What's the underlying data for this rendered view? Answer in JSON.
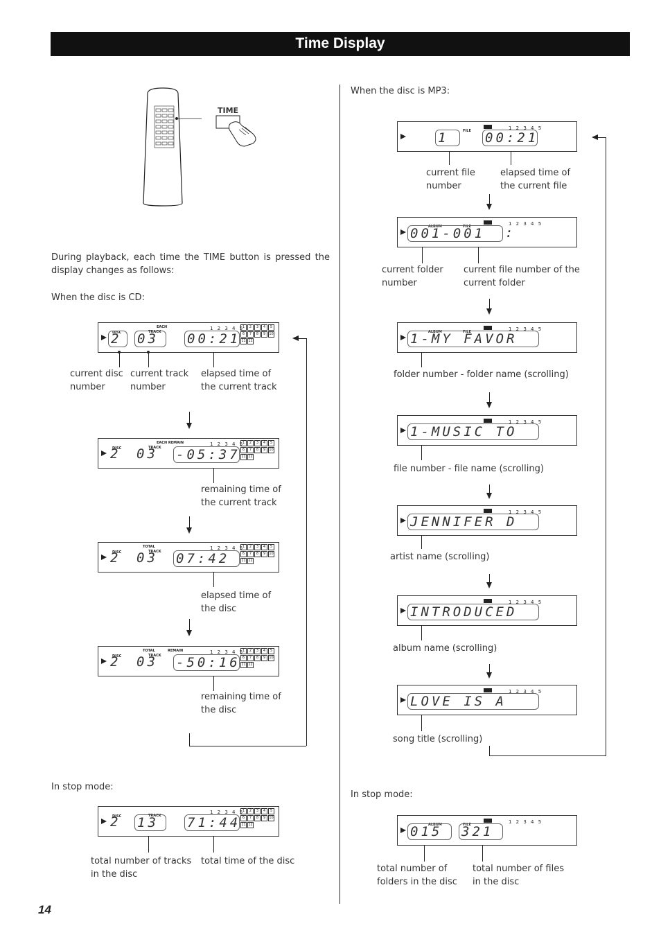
{
  "header": {
    "title": "Time Display"
  },
  "page_number": "14",
  "remote": {
    "button_label": "TIME"
  },
  "intro": "During playback, each time the TIME button is pressed the display changes as follows:",
  "cd": {
    "heading": "When the disc is CD:",
    "displays": [
      {
        "labels": [
          "DISC",
          "EACH",
          "TRACK"
        ],
        "disc": "2",
        "track": "03",
        "time": "00:21"
      },
      {
        "labels": [
          "DISC",
          "EACH REMAIN",
          "TRACK"
        ],
        "disc": "2",
        "track": "03",
        "time": "-05:37"
      },
      {
        "labels": [
          "DISC",
          "TOTAL",
          "TRACK"
        ],
        "disc": "2",
        "track": "03",
        "time": "07:42"
      },
      {
        "labels": [
          "DISC",
          "TOTAL",
          "REMAIN",
          "TRACK"
        ],
        "disc": "2",
        "track": "03",
        "time": "-50:16"
      }
    ],
    "captions": {
      "current_disc": "current disc\nnumber",
      "current_track": "current track\nnumber",
      "elapsed_track": "elapsed time of\nthe current track",
      "remaining_track": "remaining time of\nthe current track",
      "elapsed_disc": "elapsed time of\nthe disc",
      "remaining_disc": "remaining time of\nthe disc"
    },
    "stop_heading": "In stop mode:",
    "stop_display": {
      "labels": [
        "DISC",
        "TRACK"
      ],
      "disc": "2",
      "track": "13",
      "time": "71:44"
    },
    "stop_captions": {
      "total_tracks": "total number of tracks\nin the disc",
      "total_time": "total time of the disc"
    }
  },
  "mp3": {
    "heading": "When the disc is MP3:",
    "displays": [
      {
        "labels": [
          "FILE"
        ],
        "a": "1",
        "b": "00:21"
      },
      {
        "labels": [
          "ALBUM",
          "FILE"
        ],
        "a": "001-001",
        "b": ":"
      },
      {
        "labels": [
          "ALBUM",
          "FILE"
        ],
        "a": "1-MY FAVOR"
      },
      {
        "labels": [],
        "a": "1-MUSIC TO"
      },
      {
        "labels": [],
        "a": "JENNIFER D"
      },
      {
        "labels": [],
        "a": "INTRODUCED"
      },
      {
        "labels": [],
        "a": "LOVE IS A"
      }
    ],
    "captions": {
      "current_file": "current file\nnumber",
      "elapsed_file": "elapsed time of\nthe current file",
      "current_folder": "current folder\nnumber",
      "current_file_in_folder": "current file number of the\ncurrent folder",
      "folder_name": "folder number - folder name (scrolling)",
      "file_name": "file number - file name (scrolling)",
      "artist": "artist name (scrolling)",
      "album": "album name (scrolling)",
      "song": "song title (scrolling)"
    },
    "stop_heading": "In stop mode:",
    "stop_display": {
      "labels": [
        "ALBUM",
        "FILE"
      ],
      "a": "015",
      "b": "321"
    },
    "stop_captions": {
      "total_folders": "total number of\nfolders in the disc",
      "total_files": "total number of files\nin the disc"
    }
  },
  "lcd_indicators": {
    "numbers": "1 2 3 4 5",
    "grid_top": [
      "1",
      "2",
      "3",
      "4",
      "5"
    ],
    "grid_mid": [
      "6",
      "7",
      "8",
      "9",
      "10"
    ],
    "grid_bot": [
      "11",
      "12"
    ]
  }
}
